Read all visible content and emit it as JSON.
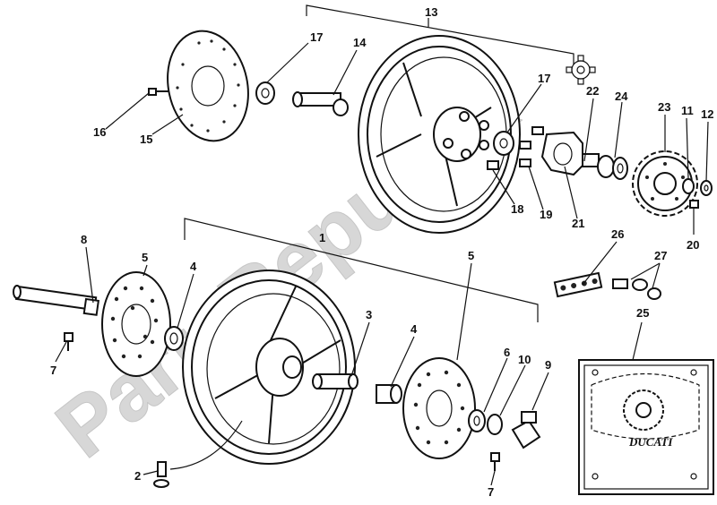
{
  "watermark": {
    "text": "PartsRepublik"
  },
  "callouts": [
    {
      "id": "c13",
      "text": "13"
    },
    {
      "id": "c17a",
      "text": "17"
    },
    {
      "id": "c14",
      "text": "14"
    },
    {
      "id": "c16",
      "text": "16"
    },
    {
      "id": "c15",
      "text": "15"
    },
    {
      "id": "c17b",
      "text": "17"
    },
    {
      "id": "c22",
      "text": "22"
    },
    {
      "id": "c24",
      "text": "24"
    },
    {
      "id": "c23",
      "text": "23"
    },
    {
      "id": "c11",
      "text": "11"
    },
    {
      "id": "c12",
      "text": "12"
    },
    {
      "id": "c18",
      "text": "18"
    },
    {
      "id": "c19",
      "text": "19"
    },
    {
      "id": "c21",
      "text": "21"
    },
    {
      "id": "c20",
      "text": "20"
    },
    {
      "id": "c8",
      "text": "8"
    },
    {
      "id": "c1",
      "text": "1"
    },
    {
      "id": "c5a",
      "text": "5"
    },
    {
      "id": "c4a",
      "text": "4"
    },
    {
      "id": "c5b",
      "text": "5"
    },
    {
      "id": "c26",
      "text": "26"
    },
    {
      "id": "c27",
      "text": "27"
    },
    {
      "id": "c25",
      "text": "25"
    },
    {
      "id": "c3",
      "text": "3"
    },
    {
      "id": "c4b",
      "text": "4"
    },
    {
      "id": "c6",
      "text": "6"
    },
    {
      "id": "c10",
      "text": "10"
    },
    {
      "id": "c9",
      "text": "9"
    },
    {
      "id": "c7a",
      "text": "7"
    },
    {
      "id": "c7b",
      "text": "7"
    },
    {
      "id": "c2",
      "text": "2"
    }
  ],
  "plate_logo": "DUCATI"
}
